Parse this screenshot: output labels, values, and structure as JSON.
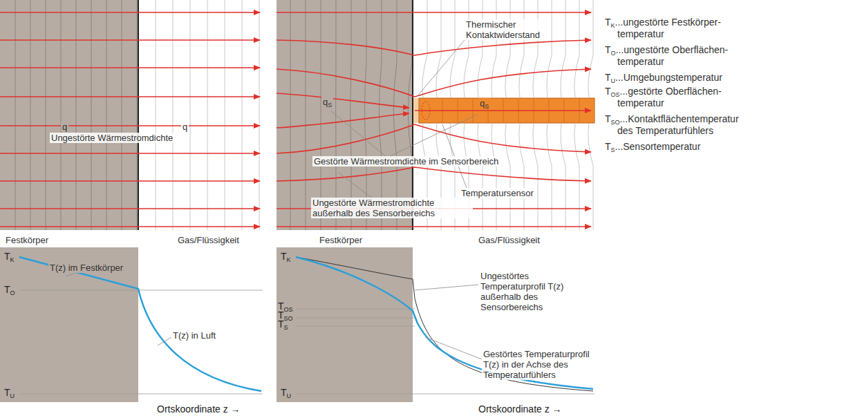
{
  "diagram": {
    "labels": [
      "q",
      "q",
      "Ungestörte Wärmestromdichte",
      "Thermischer Kontaktwiderstand",
      "qS",
      "qS",
      "Gestörte Wärmestromdichte im Sensorbereich",
      "Temperatursensor",
      "Ungestörte Wärmestromdichte außerhalb des Sensorbereichs",
      "Festkörper",
      "Gas/Flüssigkeit",
      "TK",
      "TO",
      "T(z) im Festkörper",
      "T(z) in Luft",
      "TU",
      "Ortskoordinate z →",
      "Festkörper",
      "Gas/Flüssigkeit",
      "TK",
      "Ungestörtes Temperaturprofil T(z) außerhalb des Sensorbereichs",
      "TOS",
      "TSO",
      "TS",
      "Gestörtes Temperaturprofil T(z) in der Achse des Temperaturfühlers",
      "TU",
      "Ortskoordinate z →",
      "TK...ungestörte Festkörper- temperatur",
      "TO...ungestörte Oberflächen- temperatur",
      "TU...Umgebungstemperatur",
      "TOS...gestörte Oberflächen- temperatur",
      "TSO...Kontaktflächentemperatur des Temperaturfühlers",
      "TS...Sensortemperatur"
    ]
  }
}
